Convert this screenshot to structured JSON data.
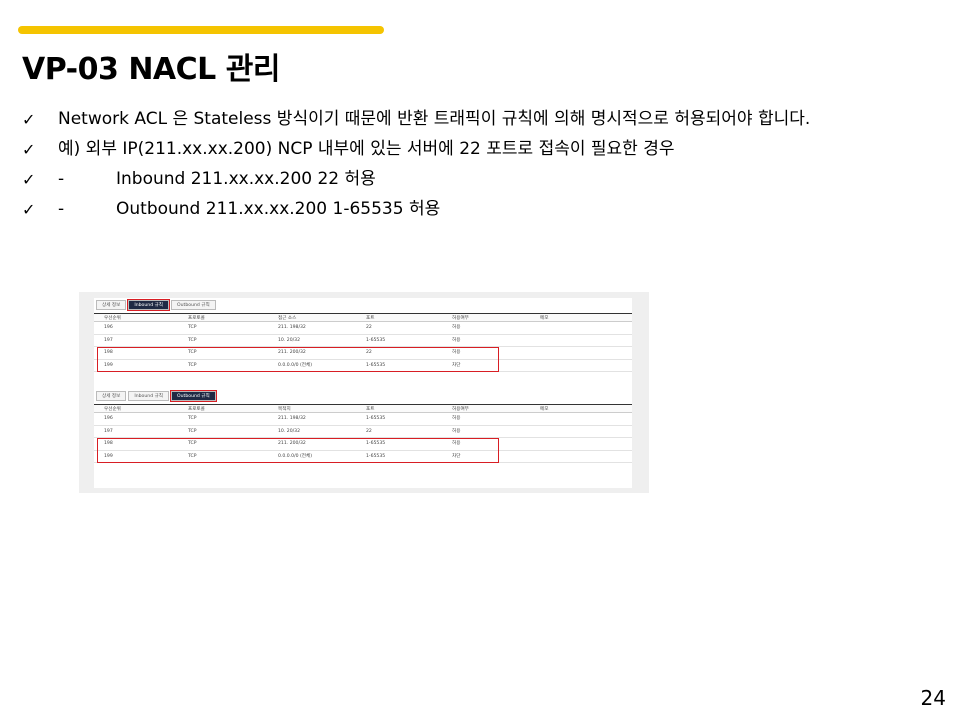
{
  "slide": {
    "title": "VP-03 NACL 관리",
    "page_number": "24",
    "accent_color": "#f5c400"
  },
  "bullets": [
    {
      "dash": "",
      "text": "Network ACL 은 Stateless 방식이기 때문에 반환 트래픽이 규칙에 의해 명시적으로 허용되어야 합니다."
    },
    {
      "dash": "",
      "text": "예) 외부 IP(211.xx.xx.200) NCP 내부에 있는 서버에 22 포트로 접속이 필요한 경우"
    },
    {
      "dash": "-",
      "text": "Inbound 211.xx.xx.200 22 허용"
    },
    {
      "dash": "-",
      "text": "Outbound 211.xx.xx.200 1-65535 허용"
    }
  ],
  "check_glyph": "✓",
  "screenshot": {
    "highlight_color": "#d81e24",
    "inbound": {
      "tabs": [
        "상세 정보",
        "Inbound 규칙",
        "Outbound 규칙"
      ],
      "headers": [
        "우선순위",
        "프로토콜",
        "접근 소스",
        "포트",
        "허용여부",
        "메모"
      ],
      "rows": [
        [
          "196",
          "TCP",
          "211.      198/32",
          "22",
          "허용",
          ""
        ],
        [
          "197",
          "TCP",
          "10.      20/32",
          "1-65535",
          "허용",
          ""
        ],
        [
          "198",
          "TCP",
          "211.      200/32",
          "22",
          "허용",
          ""
        ],
        [
          "199",
          "TCP",
          "0.0.0.0/0 (전체)",
          "1-65535",
          "차단",
          ""
        ]
      ]
    },
    "outbound": {
      "tabs": [
        "상세 정보",
        "Inbound 규칙",
        "Outbound 규칙"
      ],
      "headers": [
        "우선순위",
        "프로토콜",
        "목적지",
        "포트",
        "허용여부",
        "메모"
      ],
      "rows": [
        [
          "196",
          "TCP",
          "211.      198/32",
          "1-65535",
          "허용",
          ""
        ],
        [
          "197",
          "TCP",
          "10.      20/32",
          "22",
          "허용",
          ""
        ],
        [
          "198",
          "TCP",
          "211.      200/32",
          "1-65535",
          "허용",
          ""
        ],
        [
          "199",
          "TCP",
          "0.0.0.0/0 (전체)",
          "1-65535",
          "차단",
          ""
        ]
      ]
    }
  }
}
